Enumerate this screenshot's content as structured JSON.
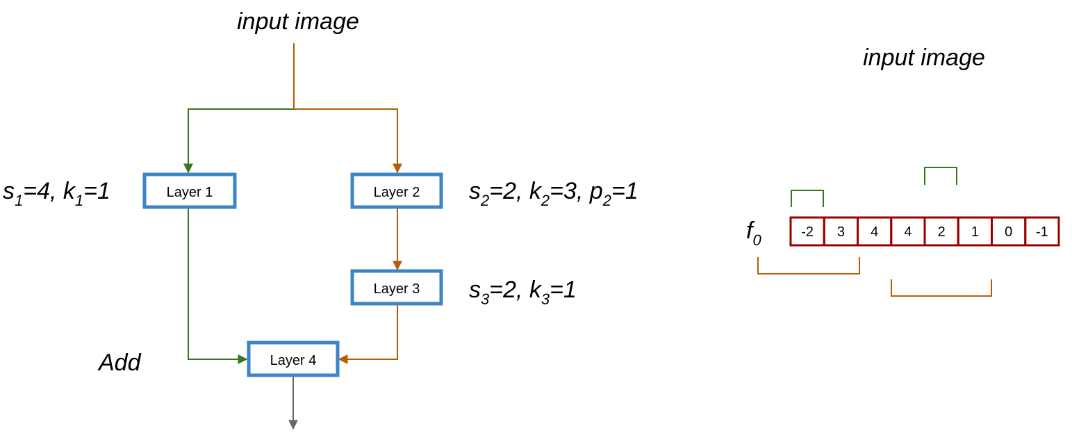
{
  "left": {
    "title": "input image",
    "layers": {
      "layer1": "Layer 1",
      "layer2": "Layer 2",
      "layer3": "Layer 3",
      "layer4": "Layer 4"
    },
    "params": {
      "layer1": [
        {
          "t": "s"
        },
        {
          "t": "1",
          "sub": true
        },
        {
          "t": "=4, k"
        },
        {
          "t": "1",
          "sub": true
        },
        {
          "t": "=1"
        }
      ],
      "layer2": [
        {
          "t": "s"
        },
        {
          "t": "2",
          "sub": true
        },
        {
          "t": "=2, k"
        },
        {
          "t": "2",
          "sub": true
        },
        {
          "t": "=3, p"
        },
        {
          "t": "2",
          "sub": true
        },
        {
          "t": "=1"
        }
      ],
      "layer3": [
        {
          "t": "s"
        },
        {
          "t": "3",
          "sub": true
        },
        {
          "t": "=2, k"
        },
        {
          "t": "3",
          "sub": true
        },
        {
          "t": "=1"
        }
      ]
    },
    "add_label": "Add"
  },
  "right": {
    "title": "input image",
    "feature_label": [
      {
        "t": "f"
      },
      {
        "t": "0",
        "sub": true
      }
    ],
    "cells": [
      "-2",
      "3",
      "4",
      "4",
      "2",
      "1",
      "0",
      "-1"
    ]
  },
  "colors": {
    "layer_border": "#3d85c6",
    "green_path": "#38761d",
    "orange_path": "#b45f06",
    "output_arrow": "#666666",
    "cell_border": "#990000"
  }
}
